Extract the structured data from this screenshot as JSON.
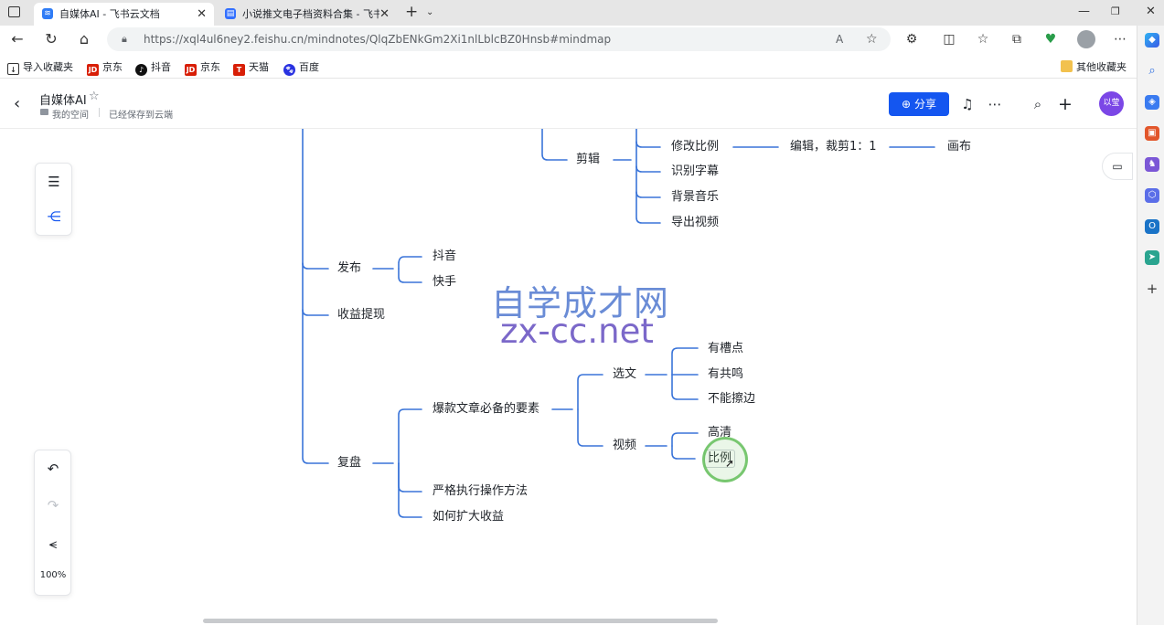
{
  "browser": {
    "tabs": [
      {
        "title": "自媒体AI - 飞书云文档",
        "icon": "feishu-doc-icon",
        "color": "#2f7cf6"
      },
      {
        "title": "小说推文电子档资料合集 - 飞书云",
        "icon": "feishu-doc-icon",
        "color": "#3370ff"
      }
    ],
    "url": "https://xql4ul6ney2.feishu.cn/mindnotes/QlqZbENkGm2Xi1nlLblcBZ0Hnsb#mindmap",
    "favorites": [
      {
        "label": "导入收藏夹",
        "icon": "import-icon"
      },
      {
        "label": "京东",
        "icon": "jd-icon",
        "color": "#d81e06"
      },
      {
        "label": "抖音",
        "icon": "douyin-icon",
        "color": "#111111"
      },
      {
        "label": "京东",
        "icon": "jd-icon",
        "color": "#d81e06"
      },
      {
        "label": "天猫",
        "icon": "tmall-icon",
        "color": "#d81e06"
      },
      {
        "label": "百度",
        "icon": "baidu-icon",
        "color": "#2932e1"
      }
    ],
    "other_favorites": "其他收藏夹"
  },
  "app": {
    "title": "自媒体AI",
    "breadcrumb_space": "我的空间",
    "save_status": "已经保存到云端",
    "share_label": "分享",
    "avatar_text": "以莹",
    "accent": "#1456f0"
  },
  "mindmap": {
    "nodes": {
      "jianji": "剪辑",
      "xiugai_bili": "修改比例",
      "bianji_caijian": "编辑，裁剪1：1",
      "huabu": "画布",
      "shibie_zimu": "识别字幕",
      "beijing_yinyue": "背景音乐",
      "daochu_shipin": "导出视频",
      "fabu": "发布",
      "douyin": "抖音",
      "kuaishou": "快手",
      "shouyi_tixian": "收益提现",
      "fupan": "复盘",
      "baokuan": "爆款文章必备的要素",
      "xuanwen": "选文",
      "you_caodian": "有槽点",
      "you_gongming": "有共鸣",
      "buneng_cabian": "不能擦边",
      "shipin": "视频",
      "gaoqing": "高清",
      "bili": "比例",
      "yange_zhixing": "严格执行操作方法",
      "ruhe_kuoda": "如何扩大收益"
    },
    "line_color": "#3a74d9"
  },
  "canvas": {
    "zoom": "100%"
  },
  "watermark": {
    "cn": "自学成才网",
    "en": "zx-cc.net"
  }
}
